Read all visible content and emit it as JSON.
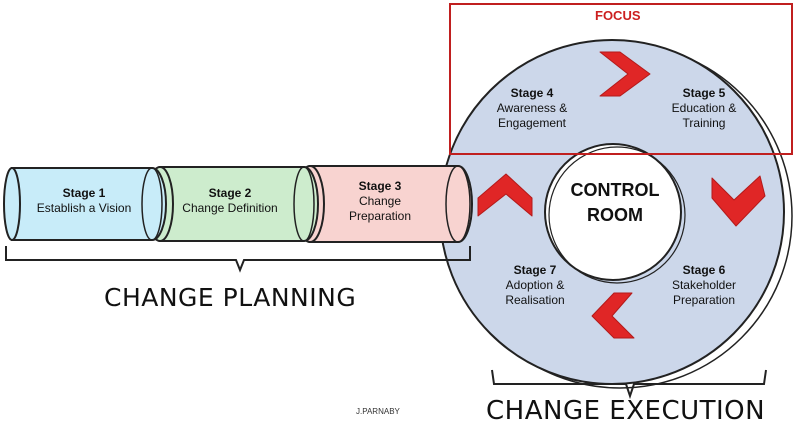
{
  "focus": {
    "label": "FOCUS"
  },
  "stages": [
    {
      "title": "Stage 1",
      "description": "Establish a Vision"
    },
    {
      "title": "Stage 2",
      "description": "Change Definition"
    },
    {
      "title": "Stage 3",
      "description_lines": [
        "Change",
        "Preparation"
      ]
    },
    {
      "title": "Stage 4",
      "description_lines": [
        "Awareness &",
        "Engagement"
      ]
    },
    {
      "title": "Stage 5",
      "description_lines": [
        "Education &",
        "Training"
      ]
    },
    {
      "title": "Stage 6",
      "description_lines": [
        "Stakeholder",
        "Preparation"
      ]
    },
    {
      "title": "Stage 7",
      "description_lines": [
        "Adoption &",
        "Realisation"
      ]
    }
  ],
  "control_room": {
    "lines": [
      "CONTROL",
      "ROOM"
    ]
  },
  "phases": {
    "planning": "CHANGE PLANNING",
    "execution": "CHANGE EXECUTION"
  },
  "credit": "J.PARNABY",
  "colors": {
    "stage1_fill": "#c8ecf9",
    "stage2_fill": "#cdeccd",
    "stage3_fill": "#f8d3d0",
    "ring_fill": "#ccd7ea",
    "arrow_red": "#e02626",
    "focus_border": "#c01f1f"
  }
}
